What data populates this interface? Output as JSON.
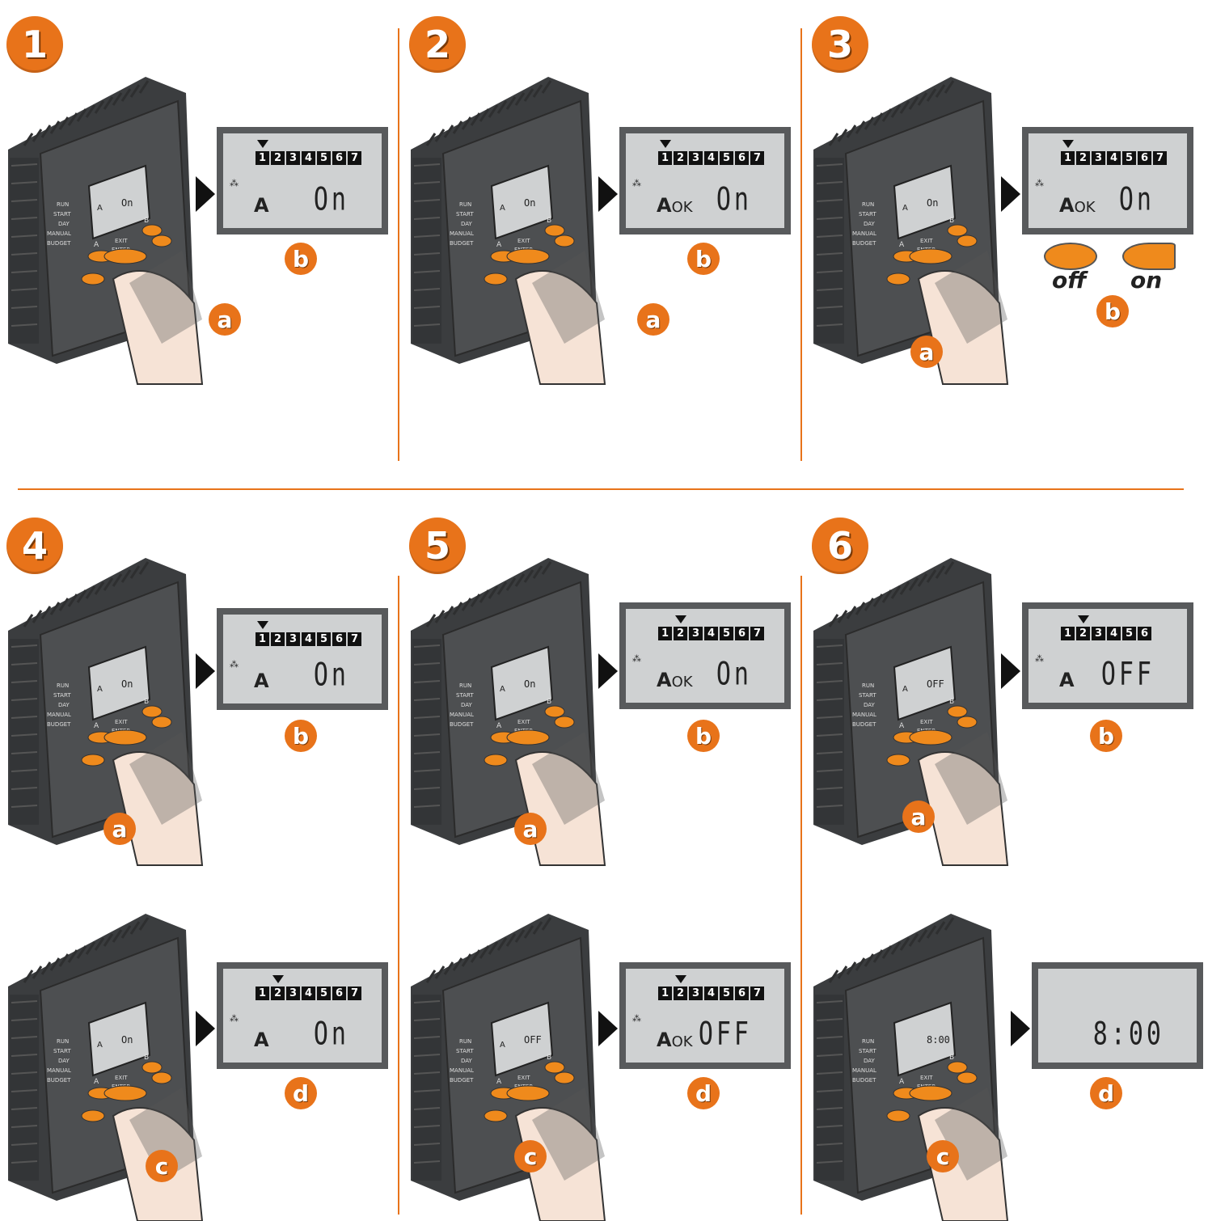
{
  "steps": [
    {
      "number": "1",
      "device_label": "a",
      "lcd_label": "b",
      "lcd": {
        "active_day": 1,
        "days": [
          "1",
          "2",
          "3",
          "4",
          "5",
          "6",
          "7"
        ],
        "zone": "A",
        "ok": "",
        "value": "On"
      }
    },
    {
      "number": "2",
      "device_label": "a",
      "lcd_label": "b",
      "lcd": {
        "active_day": 1,
        "days": [
          "1",
          "2",
          "3",
          "4",
          "5",
          "6",
          "7"
        ],
        "zone": "A",
        "ok": "OK",
        "value": "On"
      }
    },
    {
      "number": "3",
      "device_label": "a",
      "lcd_label": "b",
      "lcd": {
        "active_day": 1,
        "days": [
          "1",
          "2",
          "3",
          "4",
          "5",
          "6",
          "7"
        ],
        "zone": "A",
        "ok": "OK",
        "value": "On"
      },
      "legend": {
        "off": "off",
        "on": "on"
      }
    },
    {
      "number": "4",
      "device_label": "a",
      "lcd_label": "b",
      "lcd": {
        "active_day": 1,
        "days": [
          "1",
          "2",
          "3",
          "4",
          "5",
          "6",
          "7"
        ],
        "zone": "A",
        "ok": "",
        "value": "On"
      },
      "second": {
        "device_label": "c",
        "lcd_label": "d",
        "lcd": {
          "active_day": 2,
          "days": [
            "1",
            "2",
            "3",
            "4",
            "5",
            "6",
            "7"
          ],
          "zone": "A",
          "ok": "",
          "value": "On"
        }
      }
    },
    {
      "number": "5",
      "device_label": "a",
      "lcd_label": "b",
      "lcd": {
        "active_day": 2,
        "days": [
          "1",
          "2",
          "3",
          "4",
          "5",
          "6",
          "7"
        ],
        "zone": "A",
        "ok": "OK",
        "value": "On"
      },
      "second": {
        "device_label": "c",
        "lcd_label": "d",
        "lcd": {
          "active_day": 2,
          "days": [
            "1",
            "2",
            "3",
            "4",
            "5",
            "6",
            "7"
          ],
          "zone": "A",
          "ok": "OK",
          "value": "OFF"
        }
      }
    },
    {
      "number": "6",
      "device_label": "a",
      "lcd_label": "b",
      "lcd": {
        "active_day": 2,
        "days": [
          "1",
          "2",
          "3",
          "4",
          "5",
          "6"
        ],
        "zone": "A",
        "ok": "",
        "value": "OFF"
      },
      "second": {
        "device_label": "c",
        "lcd_label": "d",
        "lcd": {
          "active_day": 0,
          "days": [],
          "zone": "",
          "ok": "",
          "value": "8:00"
        }
      }
    }
  ],
  "device_panel_text": {
    "run": "RUN",
    "start": "START",
    "day": "DAY",
    "manual": "MANUAL",
    "budget": "BUDGET",
    "exit": "EXIT",
    "enter": "ENTER",
    "a": "A",
    "b": "B"
  },
  "colors": {
    "accent": "#e8731a",
    "device": "#4a4c4e",
    "lcd": "#cfd1d2",
    "button": "#ef8a1c"
  }
}
